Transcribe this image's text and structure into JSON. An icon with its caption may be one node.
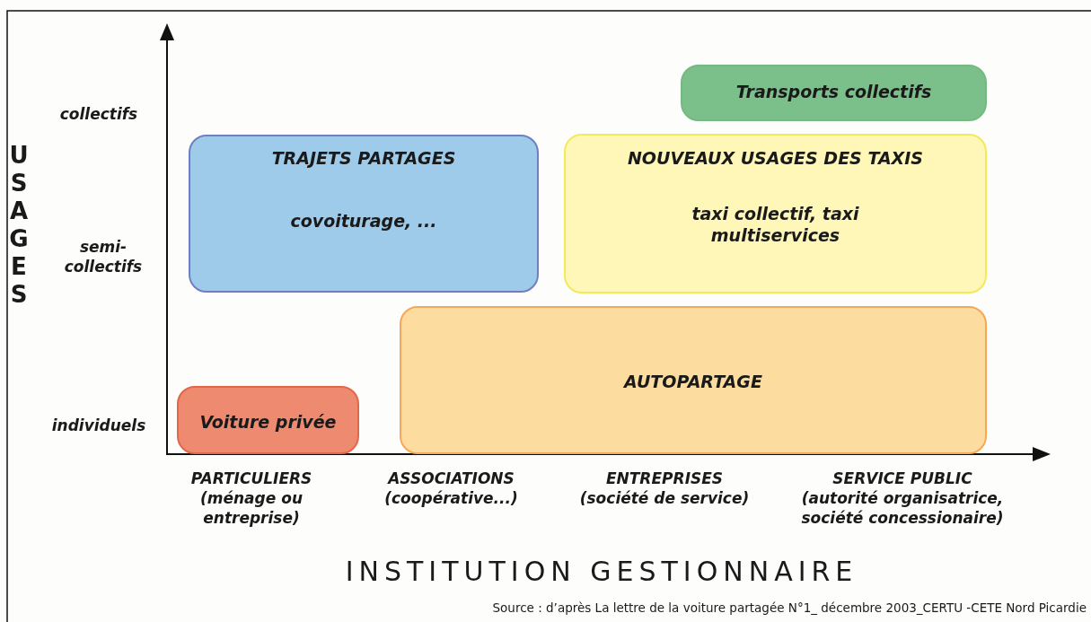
{
  "diagram": {
    "nodes": [
      {
        "text": [
          "Transports collectifs"
        ]
      },
      {
        "text": [
          "TRAJETS PARTAGES",
          "covoiturage, ..."
        ]
      },
      {
        "text": [
          "NOUVEAUX USAGES DES TAXIS",
          "taxi collectif, taxi multiservices"
        ]
      },
      {
        "text": [
          "AUTOPARTAGE"
        ]
      },
      {
        "text": [
          "Voiture privée"
        ]
      }
    ],
    "labels": [
      "collectifs",
      "USAGES",
      "semi- collectifs",
      "individuels",
      "PARTICULIERS",
      "(ménage ou entreprise)",
      "ASSOCIATIONS",
      "(coopérative...)",
      "ENTREPRISES",
      "(société de service)",
      "SERVICE PUBLIC",
      "(autorité organisatrice, société concessionaire)",
      "INSTITUTION GESTIONNAIRE",
      "Source : d’après La lettre de la voiture partagée N°1_ décembre 2003_CERTU -CETE Nord Picardie"
    ]
  }
}
